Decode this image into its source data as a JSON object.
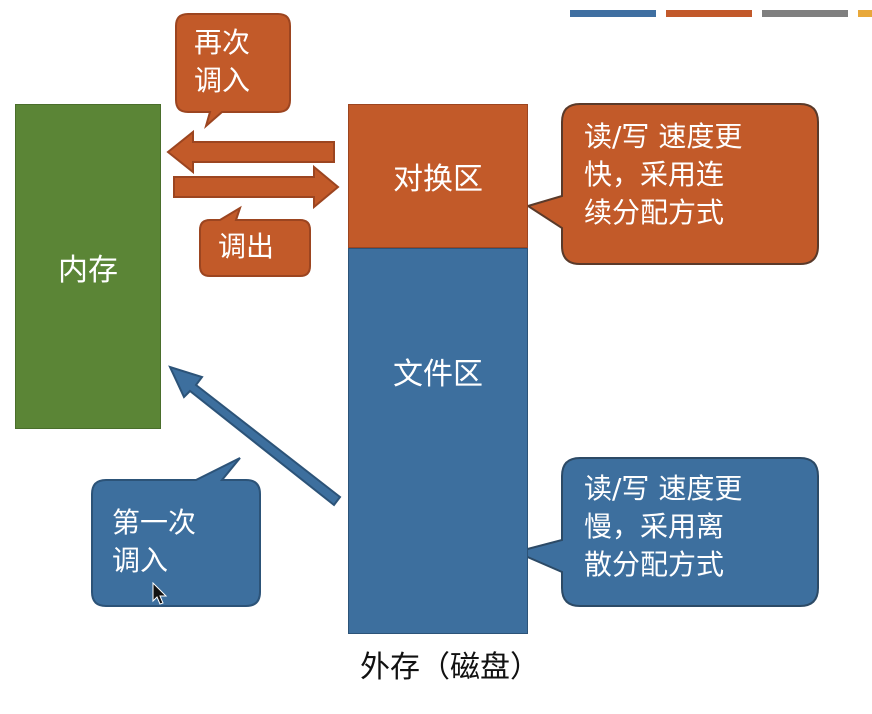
{
  "colors": {
    "memory_green": "#5b8536",
    "swap_orange": "#c25a29",
    "file_blue": "#3d6f9e",
    "deco_blue": "#3f6fa1",
    "deco_orange": "#c2592b",
    "deco_gray": "#7f7f7f",
    "deco_gold": "#e8a83a"
  },
  "memory": {
    "label": "内存"
  },
  "swap_area": {
    "label": "对换区"
  },
  "file_area": {
    "label": "文件区"
  },
  "disk_caption": "外存（磁盘）",
  "callouts": {
    "swap_in": "再次\n调入",
    "swap_out": "调出",
    "first_load": "第一次\n调入",
    "swap_speed": "读/写 速度更\n快，采用连\n续分配方式",
    "file_speed": "读/写 速度更\n慢，采用离\n散分配方式"
  },
  "icons": {
    "cursor": "mouse-pointer-icon"
  }
}
